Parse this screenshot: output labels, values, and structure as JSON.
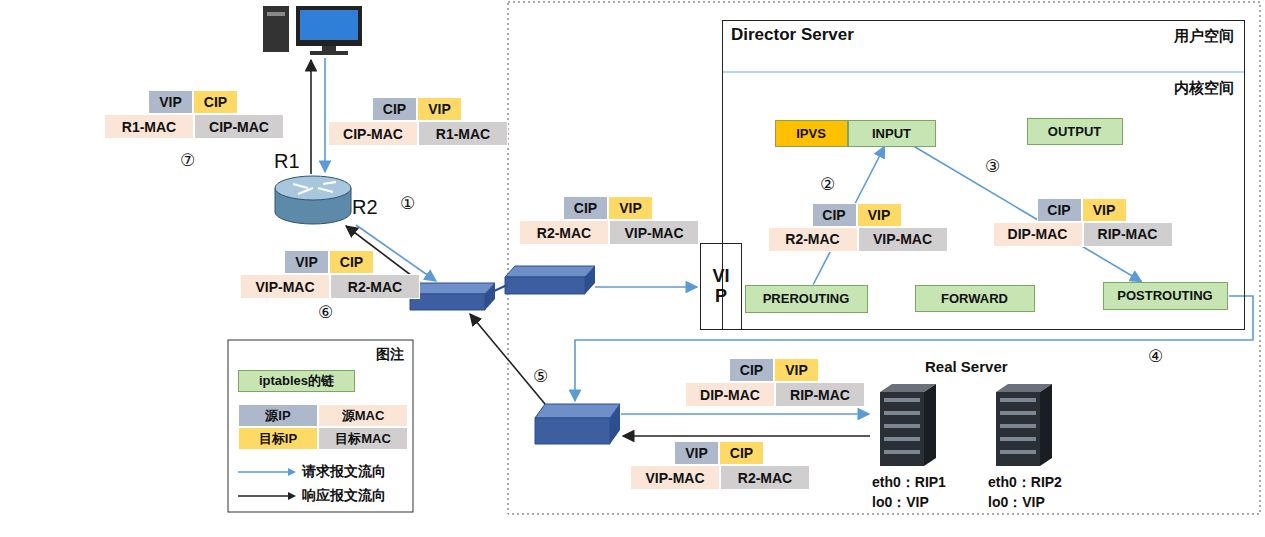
{
  "diagram": {
    "nodes": [
      {
        "text": [
          "Director Server",
          "用户空间",
          "内核空间"
        ]
      },
      {
        "text": [
          "IPVS"
        ],
        "in": 0
      },
      {
        "text": [
          "INPUT"
        ],
        "in": 0
      },
      {
        "text": [
          "OUTPUT"
        ],
        "in": 0
      },
      {
        "text": [
          "PREROUTING"
        ],
        "in": 0
      },
      {
        "text": [
          "FORWARD"
        ],
        "in": 0
      },
      {
        "text": [
          "POSTROUTING"
        ],
        "in": 0
      },
      {
        "text": [
          "CIP"
        ],
        "in": 0
      },
      {
        "text": [
          "VIP"
        ],
        "in": 0
      },
      {
        "text": [
          "R2-MAC"
        ],
        "in": 0
      },
      {
        "text": [
          "VIP-MAC"
        ],
        "in": 0
      },
      {
        "text": [
          "CIP"
        ],
        "in": 0
      },
      {
        "text": [
          "VIP"
        ],
        "in": 0
      },
      {
        "text": [
          "DIP-MAC"
        ],
        "in": 0
      },
      {
        "text": [
          "RIP-MAC"
        ],
        "in": 0
      },
      {
        "text": [
          "R1",
          "R2"
        ]
      },
      {
        "text": [
          "VIP"
        ]
      },
      {
        "text": [
          "CIP"
        ]
      },
      {
        "text": [
          "R1-MAC"
        ]
      },
      {
        "text": [
          "CIP-MAC"
        ]
      },
      {
        "text": [
          "CIP"
        ]
      },
      {
        "text": [
          "VIP"
        ]
      },
      {
        "text": [
          "CIP-MAC"
        ]
      },
      {
        "text": [
          "R1-MAC"
        ]
      },
      {
        "text": [
          "CIP"
        ]
      },
      {
        "text": [
          "VIP"
        ]
      },
      {
        "text": [
          "R2-MAC"
        ]
      },
      {
        "text": [
          "VIP-MAC"
        ]
      },
      {
        "text": [
          "VIP"
        ]
      },
      {
        "text": [
          "VIP"
        ]
      },
      {
        "text": [
          "CIP"
        ]
      },
      {
        "text": [
          "VIP-MAC"
        ]
      },
      {
        "text": [
          "R2-MAC"
        ]
      },
      {
        "text": [
          "CIP"
        ]
      },
      {
        "text": [
          "VIP"
        ]
      },
      {
        "text": [
          "DIP-MAC"
        ]
      },
      {
        "text": [
          "RIP-MAC"
        ]
      },
      {
        "text": [
          "VIP"
        ]
      },
      {
        "text": [
          "CIP"
        ]
      },
      {
        "text": [
          "VIP-MAC"
        ]
      },
      {
        "text": [
          "R2-MAC"
        ]
      },
      {
        "text": [
          "eth0：RIP1",
          "lo0：VIP"
        ]
      },
      {
        "text": [
          "eth0：RIP2",
          "lo0：VIP"
        ]
      }
    ],
    "edges": [
      {
        "from": 4,
        "to": 2,
        "arrow": "to"
      },
      {
        "from": 2,
        "to": 6,
        "arrow": "to"
      }
    ],
    "labels": [
      "①",
      "②",
      "③",
      "④",
      "⑤",
      "⑥",
      "⑦",
      "图注",
      "Real Server"
    ],
    "legend": [
      {
        "text": "iptables的链",
        "color": "#c6e5b3"
      },
      {
        "text": "源IP",
        "color": "#adb9ca"
      },
      {
        "text": "源MAC",
        "color": "#fbe5d6"
      },
      {
        "text": "目标IP",
        "color": "#ffd966"
      },
      {
        "text": "目标MAC",
        "color": "#d0cece"
      },
      {
        "text": "请求报文流向"
      },
      {
        "text": "响应报文流向"
      }
    ]
  }
}
